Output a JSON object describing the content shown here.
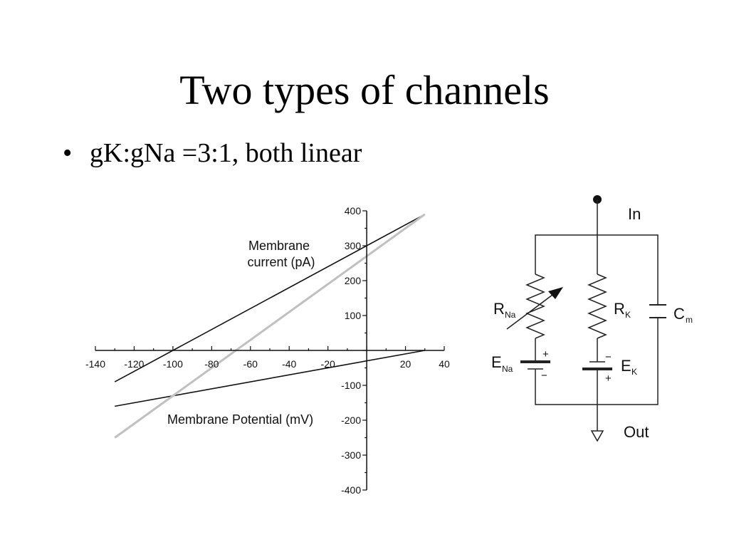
{
  "slide": {
    "title": "Two types of channels",
    "bullet": "gK:gNa =3:1, both linear"
  },
  "chart_data": {
    "type": "line",
    "xlabel": "Membrane Potential (mV)",
    "ylabel": "Membrane current (pA)",
    "ylabel_lines": [
      "Membrane",
      "current (pA)"
    ],
    "xlim": [
      -140,
      40
    ],
    "ylim": [
      -400,
      400
    ],
    "x_ticks": [
      -140,
      -120,
      -100,
      -80,
      -60,
      -40,
      -20,
      20,
      40
    ],
    "y_ticks": [
      400,
      300,
      200,
      100,
      -100,
      -200,
      -300,
      -400
    ],
    "series": [
      {
        "x": [
          -130,
          30
        ],
        "y": [
          -90,
          390
        ],
        "color": "#111111"
      },
      {
        "x": [
          -130,
          30
        ],
        "y": [
          -160,
          0
        ],
        "color": "#111111"
      },
      {
        "x": [
          -130,
          30
        ],
        "y": [
          -250,
          390
        ],
        "color": "#c0c0c0"
      }
    ],
    "grid": false
  },
  "circuit": {
    "in_label": "In",
    "out_label": "Out",
    "r_na": {
      "main": "R",
      "sub": "Na"
    },
    "r_k": {
      "main": "R",
      "sub": "K"
    },
    "c_m": {
      "main": "C",
      "sub": "m"
    },
    "e_na": {
      "main": "E",
      "sub": "Na"
    },
    "e_k": {
      "main": "E",
      "sub": "K"
    },
    "plus": "+",
    "minus": "−"
  }
}
